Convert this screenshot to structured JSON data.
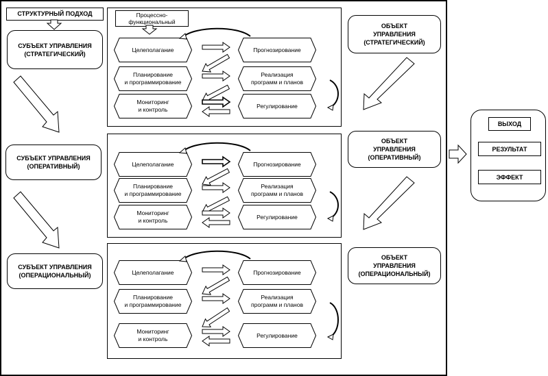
{
  "header": {
    "approach_label": "СТРУКТУРНЫЙ ПОДХОД",
    "process_label": "Процессно-функциональный"
  },
  "subjects": [
    {
      "line1": "СУБЪЕКТ УПРАВЛЕНИЯ",
      "line2": "(СТРАТЕГИЧЕСКИЙ)"
    },
    {
      "line1": "СУБЪЕКТ УПРАВЛЕНИЯ",
      "line2": "(ОПЕРАТИВНЫЙ)"
    },
    {
      "line1": "СУБЪЕКТ УПРАВЛЕНИЯ",
      "line2": "(ОПЕРАЦИОНАЛЬНЫЙ)"
    }
  ],
  "objects": [
    {
      "line1": "ОБЪЕКТ",
      "line2": "УПРАВЛЕНИЯ",
      "line3": "(СТРАТЕГИЧЕСКИЙ)"
    },
    {
      "line1": "ОБЪЕКТ",
      "line2": "УПРАВЛЕНИЯ",
      "line3": "(ОПЕРАТИВНЫЙ)"
    },
    {
      "line1": "ОБЪЕКТ",
      "line2": "УПРАВЛЕНИЯ",
      "line3": "(ОПЕРАЦИОНАЛЬНЫЙ)"
    }
  ],
  "process": {
    "left": [
      {
        "line1": "Целеполагание",
        "line2": ""
      },
      {
        "line1": "Планирование",
        "line2": "и программирование"
      },
      {
        "line1": "Мониторинг",
        "line2": "и контроль"
      }
    ],
    "right": [
      {
        "line1": "Прогнозирование",
        "line2": ""
      },
      {
        "line1": "Реализация",
        "line2": "программ и планов"
      },
      {
        "line1": "Регулирование",
        "line2": ""
      }
    ]
  },
  "output": {
    "title": "ВЫХОД",
    "items": [
      "РЕЗУЛЬТАТ",
      "ЭФФЕКТ"
    ]
  }
}
